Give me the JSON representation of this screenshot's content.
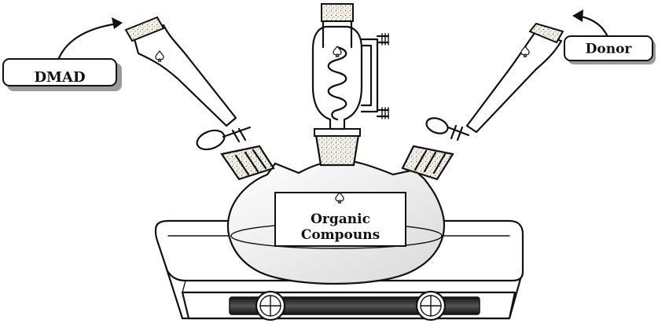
{
  "labels": {
    "left_reagent": "DMAD",
    "right_reagent": "Donor",
    "flask_line1": "Organic",
    "flask_line2": "Compouns"
  },
  "colors": {
    "outline": "#111111",
    "label_box_shadow": "#9a9a9a",
    "hotplate_display": "#2b2b2b",
    "flask_fill": "#eeeeee"
  },
  "icons": {
    "spade_marks": "spade-icon",
    "knobs": "dial-icon"
  }
}
